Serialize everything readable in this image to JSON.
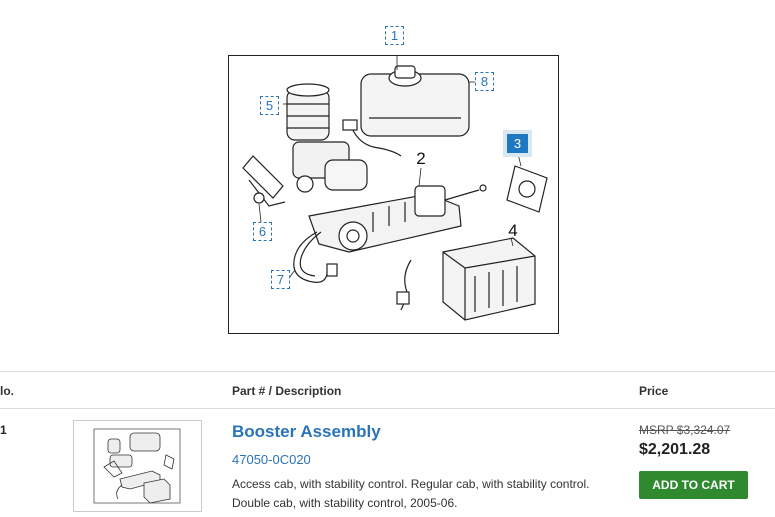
{
  "diagram": {
    "callouts": [
      {
        "label": "1"
      },
      {
        "label": "8"
      },
      {
        "label": "5"
      },
      {
        "label": "2"
      },
      {
        "label": "3"
      },
      {
        "label": "6"
      },
      {
        "label": "4"
      },
      {
        "label": "7"
      }
    ],
    "active_callout": "3"
  },
  "table": {
    "headers": {
      "no": "lo.",
      "part": "Part # / Description",
      "price": "Price"
    },
    "rows": [
      {
        "no": "1",
        "title": "Booster Assembly",
        "part_number": "47050-0C020",
        "description": "Access cab, with stability control. Regular cab, with stability control. Double cab, with stability control, 2005-06.",
        "msrp": "MSRP $3,324.07",
        "price": "$2,201.28",
        "cart_label": "ADD TO CART"
      }
    ]
  },
  "colors": {
    "link": "#2a74b8",
    "active_callout": "#1f78c1",
    "cart_button": "#2f8a2f"
  }
}
